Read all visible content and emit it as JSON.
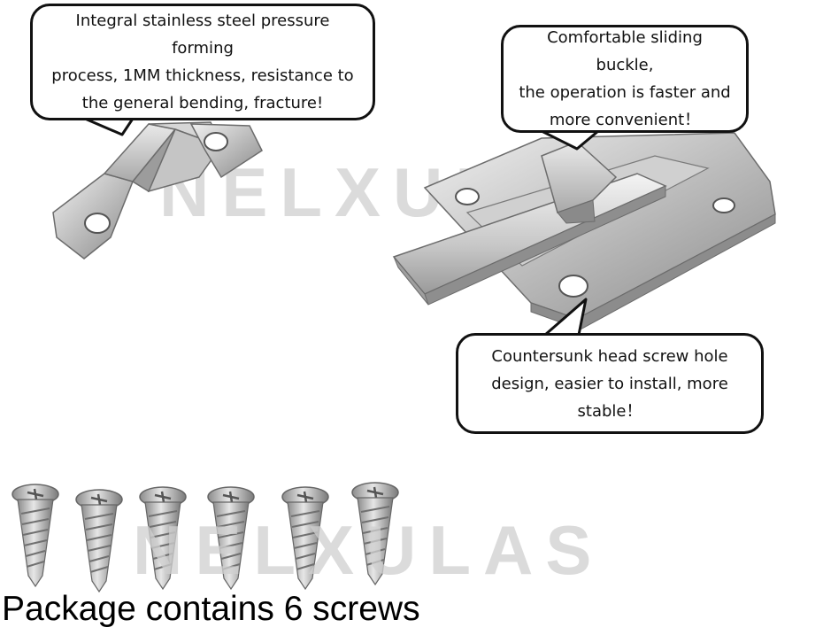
{
  "watermark": {
    "text": "NELXULAS"
  },
  "callouts": [
    {
      "lines": [
        "Integral stainless steel pressure forming",
        "process, 1MM thickness, resistance to",
        "the general bending, fracture!"
      ]
    },
    {
      "lines": [
        "Comfortable sliding buckle,",
        "the operation is faster and",
        "more convenient！"
      ]
    },
    {
      "lines": [
        "Countersunk head screw hole",
        "design, easier to install, more stable！"
      ]
    }
  ],
  "caption": "Package contains 6 screws",
  "colors": {
    "steel_light": "#e2e2e2",
    "steel_mid": "#b4b4b4",
    "steel_dark": "#7c7c7c",
    "outline": "#111111"
  }
}
